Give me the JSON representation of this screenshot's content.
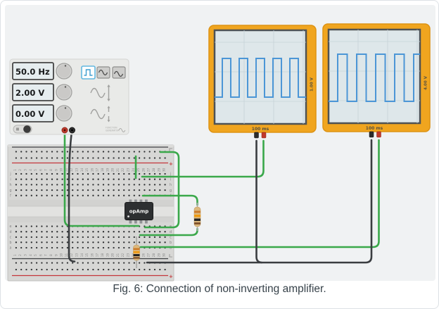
{
  "caption": "Fig. 6: Connection of non-inverting amplifier.",
  "function_generator": {
    "frequency": "50.0 Hz",
    "amplitude": "2.00 V",
    "dc_offset": "0.00 V",
    "selected_waveform": "square",
    "waveforms": [
      "square",
      "sine",
      "triangle"
    ],
    "device_label_line1": "FUNCTION",
    "device_label_line2": "GENERATOR"
  },
  "oscilloscopes": [
    {
      "volts_label": "1.00 V",
      "time_label": "100 ms",
      "wave": {
        "type": "square",
        "cycles_visible": 5,
        "first_rise": 11,
        "period": 24,
        "duty": 0.5,
        "low": 95,
        "high": 40,
        "width": 130
      }
    },
    {
      "volts_label": "4.00 V",
      "time_label": "100 ms",
      "wave": {
        "type": "square",
        "cycles_visible": 5,
        "first_rise": 13,
        "period": 27,
        "duty": 0.5,
        "low": 102,
        "high": 35,
        "width": 130
      }
    }
  ],
  "breadboard": {
    "column_count": 30,
    "row_letters": [
      "j",
      "i",
      "h",
      "g",
      "f",
      "e",
      "d",
      "c",
      "b",
      "a"
    ],
    "rail_plus": "+"
  },
  "opamp": {
    "label": "opAmp"
  },
  "colors": {
    "wire_green": "#3aa84a",
    "wire_black": "#3a3d40",
    "wave_blue": "#4c96d6",
    "scope_frame": "#f0a51f",
    "rail_red": "#c4373b",
    "canvas_bg": "#f0f2f3"
  }
}
